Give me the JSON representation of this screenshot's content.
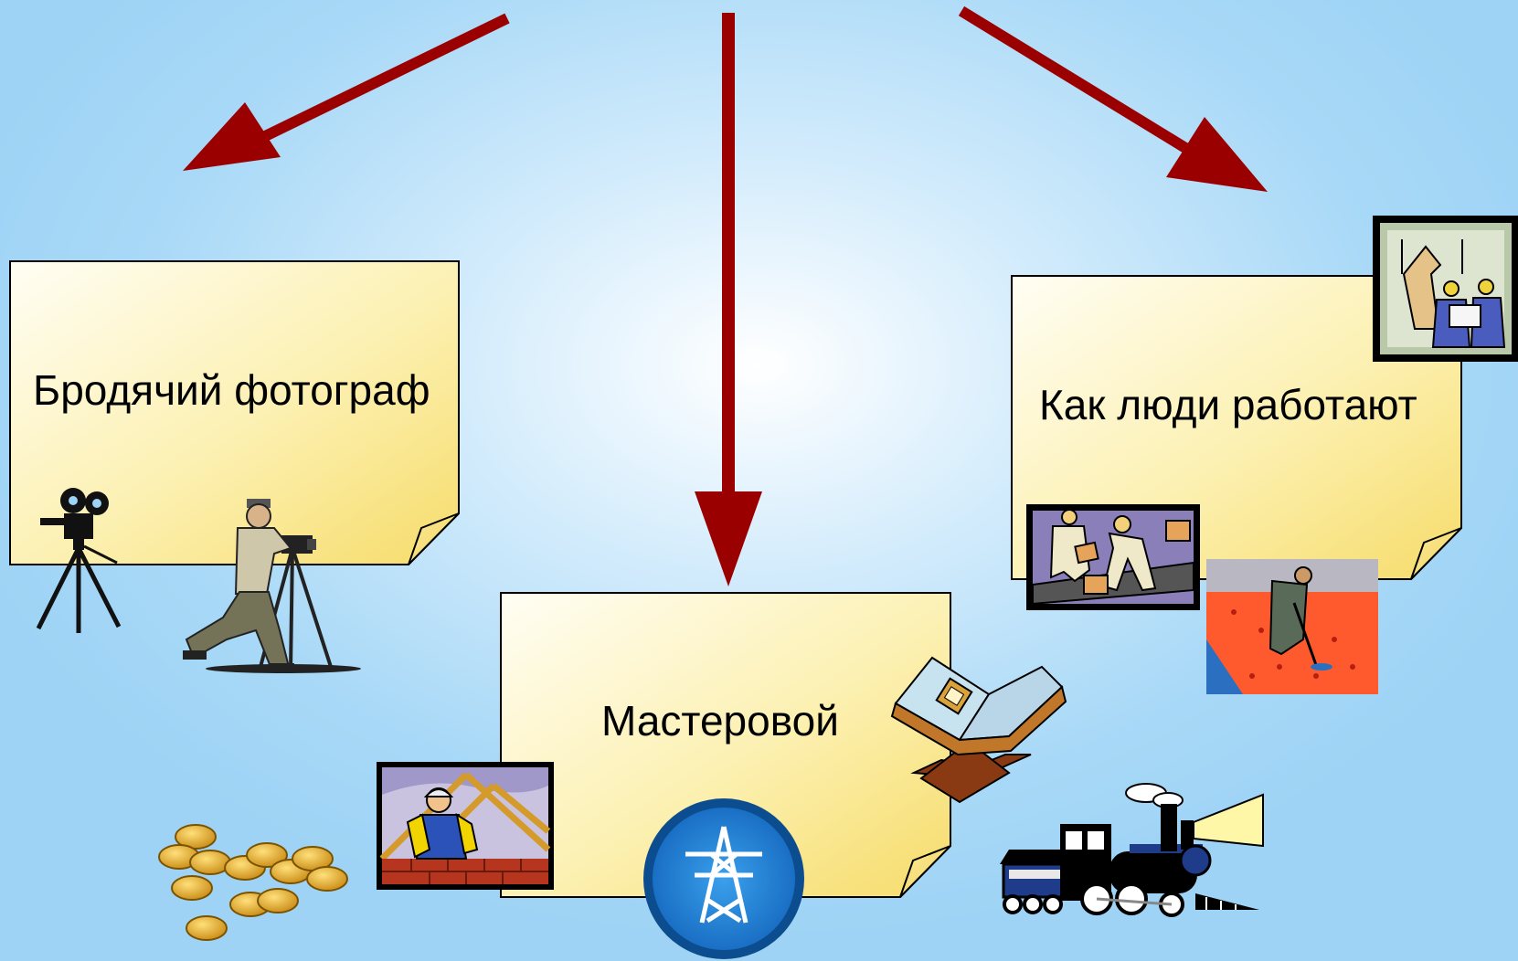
{
  "diagram": {
    "notes": [
      {
        "id": "wandering-photographer",
        "label": "Бродячий фотограф"
      },
      {
        "id": "craftsman",
        "label": "Мастеровой"
      },
      {
        "id": "how-people-work",
        "label": "Как люди работают"
      }
    ],
    "colors": {
      "arrow": "#9b0000",
      "note_fill_light": "#fffef0",
      "note_fill_dark": "#f9e585",
      "note_border": "#000000"
    },
    "clipart": [
      "movie-camera-icon",
      "photographer-icon",
      "coins-icon",
      "roof-builder-icon",
      "power-tower-icon",
      "open-book-icon",
      "factory-workers-icon",
      "field-worker-icon",
      "engineers-icon",
      "steam-train-icon"
    ]
  }
}
